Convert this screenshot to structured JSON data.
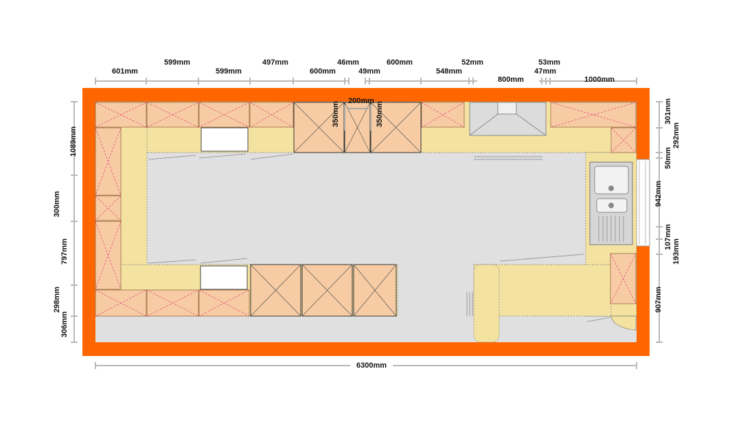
{
  "title": "",
  "colors": {
    "wall": "#ff6600",
    "floor": "#e0e0e0",
    "base_cabinet": "#f7cca4",
    "wall_cabinet_cross": "#e0407a",
    "worktop": "#f3e2a0",
    "window": "#ffffff",
    "dimension_line": "#b8b8b8"
  },
  "dimensions": {
    "top_row1": [
      "601mm",
      "599mm",
      "599mm",
      "497mm",
      "600mm",
      "46mm",
      "49mm",
      "600mm",
      "548mm",
      "52mm",
      "53mm",
      "47mm"
    ],
    "top_row2": [
      "800mm",
      "1000mm"
    ],
    "center": [
      "200mm",
      "350mm",
      "350mm"
    ],
    "left": [
      "1089mm",
      "300mm",
      "797mm",
      "298mm",
      "306mm"
    ],
    "right": [
      "301mm",
      "292mm",
      "50mm",
      "942mm",
      "107mm",
      "193mm",
      "907mm"
    ],
    "bottom": "6300mm"
  },
  "icons": [
    "sink-icon",
    "cooker-hood-icon",
    "window-icon"
  ]
}
